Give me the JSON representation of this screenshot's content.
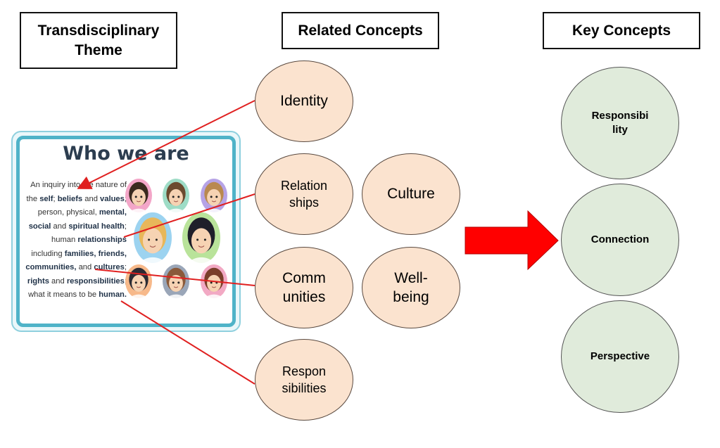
{
  "headers": {
    "theme": "Transdisciplinary\nTheme",
    "related": "Related Concepts",
    "key": "Key Concepts"
  },
  "card": {
    "title": "Who we are",
    "segments": [
      {
        "t": "An inquiry into the nature of the ",
        "b": false
      },
      {
        "t": "self",
        "b": true
      },
      {
        "t": "; ",
        "b": false
      },
      {
        "t": "beliefs",
        "b": true
      },
      {
        "t": " and ",
        "b": false
      },
      {
        "t": "values",
        "b": true
      },
      {
        "t": "; person, physical, ",
        "b": false
      },
      {
        "t": "mental, social",
        "b": true
      },
      {
        "t": " and ",
        "b": false
      },
      {
        "t": "spiritual health",
        "b": true
      },
      {
        "t": "; human ",
        "b": false
      },
      {
        "t": "relationships",
        "b": true
      },
      {
        "t": " including ",
        "b": false
      },
      {
        "t": "families, friends, communities,",
        "b": true
      },
      {
        "t": " and ",
        "b": false
      },
      {
        "t": "cultures",
        "b": true
      },
      {
        "t": "; ",
        "b": false
      },
      {
        "t": "rights",
        "b": true
      },
      {
        "t": " and ",
        "b": false
      },
      {
        "t": "responsibilities",
        "b": true
      },
      {
        "t": "; what it means to be ",
        "b": false
      },
      {
        "t": "human.",
        "b": true
      }
    ]
  },
  "related_concepts": [
    {
      "label": "Identity"
    },
    {
      "label": "Relation\nships"
    },
    {
      "label": "Culture"
    },
    {
      "label": "Comm\nunities"
    },
    {
      "label": "Well-\nbeing"
    },
    {
      "label": "Respon\nsibilities"
    }
  ],
  "key_concepts": [
    {
      "label": "Responsibi\nlity"
    },
    {
      "label": "Connection"
    },
    {
      "label": "Perspective"
    }
  ],
  "colors": {
    "related_fill": "#fbe3cf",
    "key_fill": "#e0ebdb",
    "arrow": "#ff0000",
    "connector": "#e02020"
  },
  "faces": [
    {
      "hair": "#3a2a1e",
      "bg": "#f3a6c8"
    },
    {
      "hair": "#6b4a2e",
      "bg": "#9edcc6"
    },
    {
      "hair": "#b9894f",
      "bg": "#b6a3e6"
    },
    {
      "hair": "#e8b75a",
      "bg": "#9cd3f0"
    },
    {
      "hair": "#1f1f2a",
      "bg": "#b9e39a"
    },
    {
      "hair": "#2b2b33",
      "bg": "#f7b98a"
    },
    {
      "hair": "#8a5a3a",
      "bg": "#9aa6b8"
    },
    {
      "hair": "#7a3e2a",
      "bg": "#f2a9c4"
    }
  ]
}
